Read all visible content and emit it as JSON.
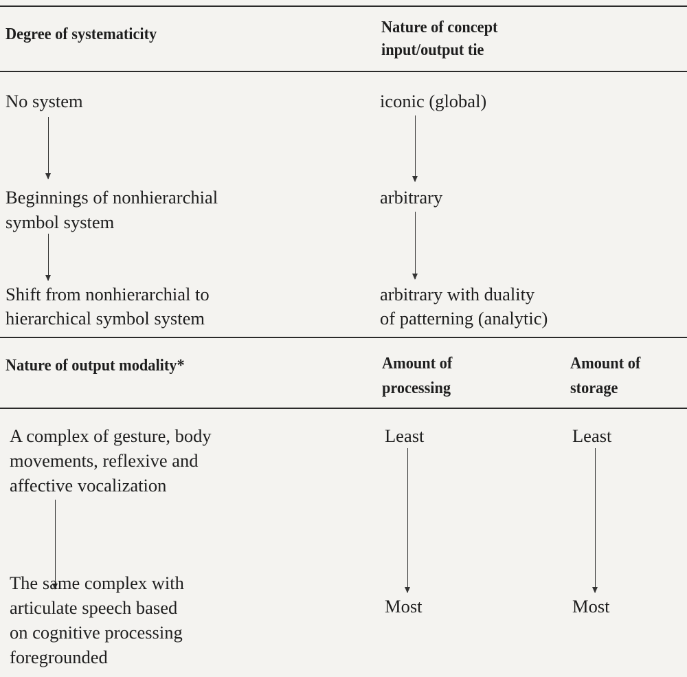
{
  "section1": {
    "headers": {
      "col1": "Degree of systematicity",
      "col2_line1": "Nature of concept",
      "col2_line2": "input/output tie"
    },
    "rows": [
      {
        "col1": [
          "No system"
        ],
        "col2": [
          "iconic (global)"
        ]
      },
      {
        "col1": [
          "Beginnings of nonhierarchial",
          "symbol system"
        ],
        "col2": [
          "arbitrary"
        ]
      },
      {
        "col1": [
          "Shift from nonhierarchial to",
          "hierarchical symbol system"
        ],
        "col2": [
          "arbitrary with duality",
          "of patterning (analytic)"
        ]
      }
    ]
  },
  "section2": {
    "headers": {
      "col1": "Nature of output modality*",
      "col2_line1": "Amount of",
      "col2_line2": "processing",
      "col3_line1": "Amount of",
      "col3_line2": "storage"
    },
    "rows": [
      {
        "col1": [
          "A complex of gesture, body",
          "movements, reflexive and",
          "affective vocalization"
        ],
        "col2": "Least",
        "col3": "Least"
      },
      {
        "col1": [
          "The same complex with",
          "articulate speech based",
          "on cognitive processing",
          "foregrounded"
        ],
        "col2": "Most",
        "col3": "Most"
      }
    ]
  }
}
